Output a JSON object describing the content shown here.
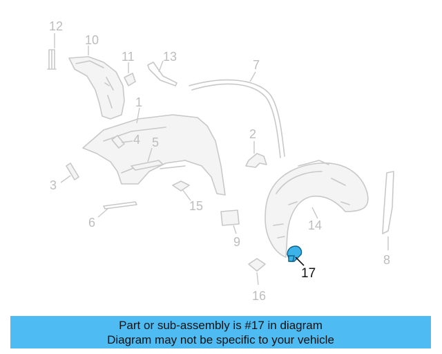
{
  "diagram": {
    "callouts": [
      "1",
      "2",
      "3",
      "4",
      "5",
      "6",
      "7",
      "8",
      "9",
      "10",
      "11",
      "12",
      "13",
      "14",
      "15",
      "16",
      "17"
    ],
    "highlighted_part": "17",
    "colors": {
      "highlight": "#3bb3e8",
      "banner": "#4ebcf2",
      "parts": "#c8c8c8"
    }
  },
  "banner": {
    "line1": "Part or sub-assembly is #17 in diagram",
    "line2": "Diagram may not be specific to your vehicle"
  }
}
